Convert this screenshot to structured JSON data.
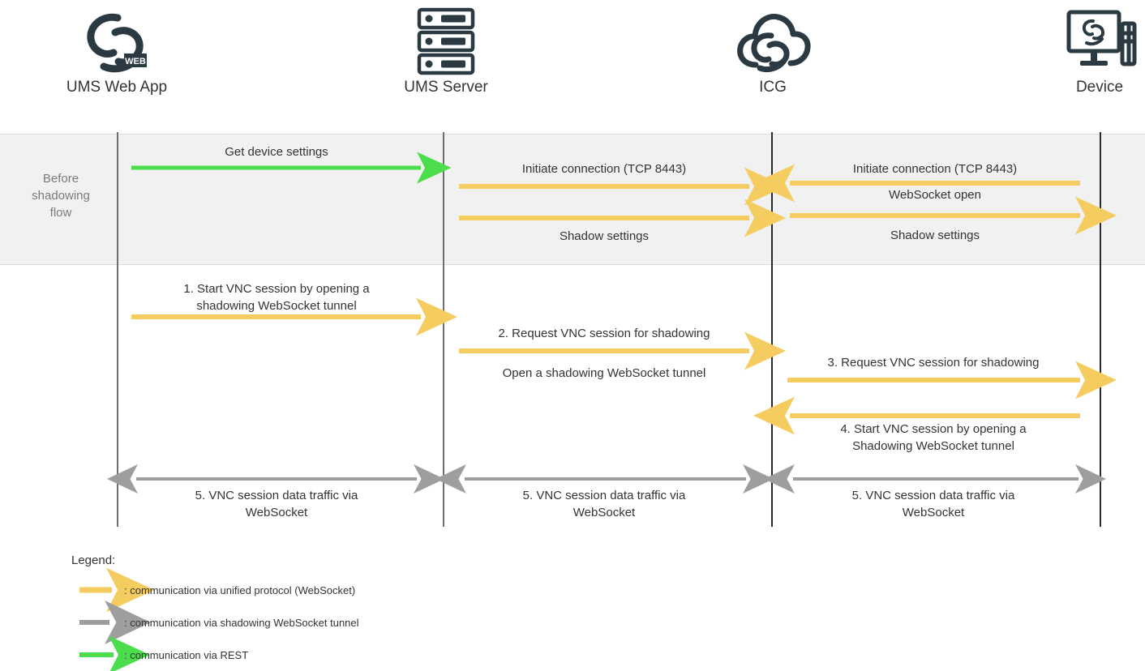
{
  "actors": [
    {
      "id": "ums-web-app",
      "label": "UMS Web App",
      "icon": "ums-web-app-logo-icon"
    },
    {
      "id": "ums-server",
      "label": "UMS Server",
      "icon": "server-rack-icon"
    },
    {
      "id": "icg",
      "label": "ICG",
      "icon": "cloud-gateway-icon"
    },
    {
      "id": "device",
      "label": "Device",
      "icon": "desktop-device-icon"
    }
  ],
  "band": {
    "label": "Before\nshadowing\nflow",
    "label_lines": [
      "Before",
      "shadowing",
      "flow"
    ],
    "background": "#f1f1f1"
  },
  "messages": [
    {
      "id": "get-device-settings",
      "label": "Get device settings",
      "style": "rest",
      "direction": "right",
      "label_position": "above"
    },
    {
      "id": "initiate-connection-server",
      "label": "Initiate connection (TCP 8443)",
      "style": "unified",
      "direction": "right",
      "label_position": "above"
    },
    {
      "id": "shadow-settings-server",
      "label": "Shadow settings",
      "style": "unified",
      "direction": "right",
      "label_position": "below"
    },
    {
      "id": "initiate-connection-icg",
      "label": "Initiate connection (TCP 8443)",
      "style": "unified",
      "direction": "left",
      "label_position": "above"
    },
    {
      "id": "websocket-open",
      "label": "WebSocket open",
      "style": "unified",
      "direction": "right",
      "label_position": "above"
    },
    {
      "id": "shadow-settings-icg",
      "label": "Shadow settings",
      "style": "unified",
      "direction": "right",
      "label_position": "below"
    },
    {
      "id": "step-1",
      "label": "1.   Start VNC session by opening a\nshadowing WebSocket tunnel",
      "style": "unified",
      "direction": "right",
      "label_position": "above"
    },
    {
      "id": "step-2",
      "label": "2.   Request VNC session for shadowing",
      "style": "unified",
      "direction": "right",
      "label_position": "above"
    },
    {
      "id": "open-shadowing-tunnel",
      "label": "Open a shadowing WebSocket tunnel",
      "style": "note",
      "direction": "none",
      "label_position": "below"
    },
    {
      "id": "step-3",
      "label": "3.   Request VNC session for shadowing",
      "style": "unified",
      "direction": "right",
      "label_position": "above"
    },
    {
      "id": "step-4",
      "label": "4.   Start VNC session by opening a\nShadowing WebSocket tunnel",
      "style": "unified",
      "direction": "left",
      "label_position": "below"
    },
    {
      "id": "step-5-left",
      "label": "5.   VNC session data traffic via\nWebSocket",
      "style": "shadowing",
      "direction": "both",
      "label_position": "below"
    },
    {
      "id": "step-5-middle",
      "label": "5.   VNC session data traffic via\nWebSocket",
      "style": "shadowing",
      "direction": "both",
      "label_position": "below"
    },
    {
      "id": "step-5-right",
      "label": "5.   VNC session data traffic via\nWebSocket",
      "style": "shadowing",
      "direction": "both",
      "label_position": "below"
    }
  ],
  "legend": {
    "title": "Legend:",
    "items": [
      {
        "id": "legend-unified",
        "color": "#f5cc5f",
        "text": ": communication via unified protocol (WebSocket)"
      },
      {
        "id": "legend-shadowing",
        "color": "#9e9e9e",
        "text": ": communication via shadowing WebSocket tunnel"
      },
      {
        "id": "legend-rest",
        "color": "#4cdd4c",
        "text": ": communication via REST"
      }
    ]
  },
  "colors": {
    "unified_protocol": "#f5cc5f",
    "shadowing_tunnel": "#9e9e9e",
    "rest": "#4cdd4c",
    "lifeline": "#6f6f6f",
    "band_background": "#f1f1f1",
    "text": "#333333",
    "icon": "#2b3a42"
  }
}
